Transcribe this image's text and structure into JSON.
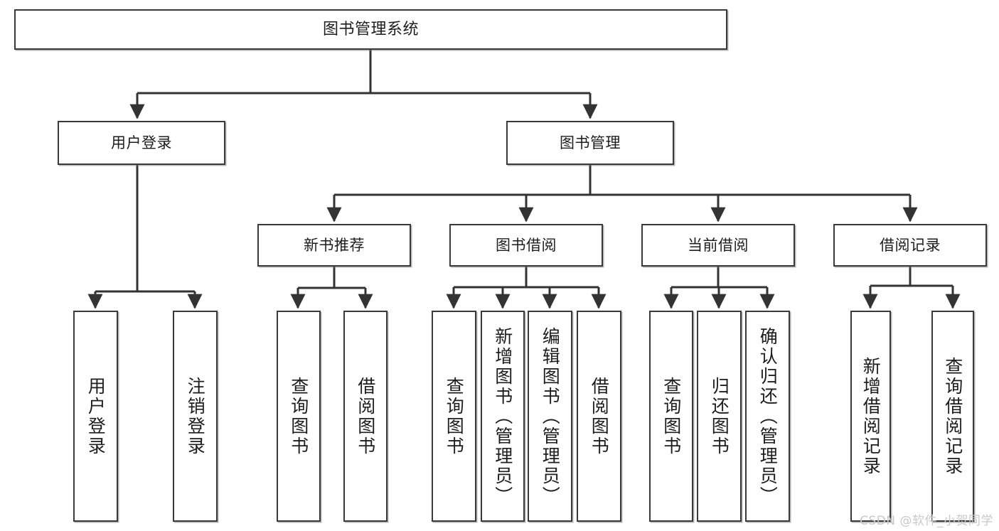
{
  "diagram": {
    "title": "图书管理系统",
    "type": "tree-hierarchy",
    "colors": {
      "box_border": "#3a3a3a",
      "box_fill": "#ffffff",
      "connector": "#333333",
      "text": "#1d1d1d",
      "watermark": "#c9c9c9"
    },
    "root": {
      "label": "图书管理系统"
    },
    "level2": [
      {
        "label": "用户登录"
      },
      {
        "label": "图书管理"
      }
    ],
    "level3": [
      {
        "label": "新书推荐"
      },
      {
        "label": "图书借阅"
      },
      {
        "label": "当前借阅"
      },
      {
        "label": "借阅记录"
      }
    ],
    "leaves": {
      "user_login": [
        {
          "label": "用户登录"
        },
        {
          "label": "注销登录"
        }
      ],
      "new_book_recommend": [
        {
          "label": "查询图书"
        },
        {
          "label": "借阅图书"
        }
      ],
      "book_borrow": [
        {
          "label": "查询图书"
        },
        {
          "label": "新增图书（管理员）"
        },
        {
          "label": "编辑图书（管理员）"
        },
        {
          "label": "借阅图书"
        }
      ],
      "current_borrow": [
        {
          "label": "查询图书"
        },
        {
          "label": "归还图书"
        },
        {
          "label": "确认归还（管理员）"
        }
      ],
      "borrow_record": [
        {
          "label": "新增借阅记录"
        },
        {
          "label": "查询借阅记录"
        }
      ]
    }
  },
  "watermark": {
    "text": "CSDN @软件_小贺同学"
  }
}
